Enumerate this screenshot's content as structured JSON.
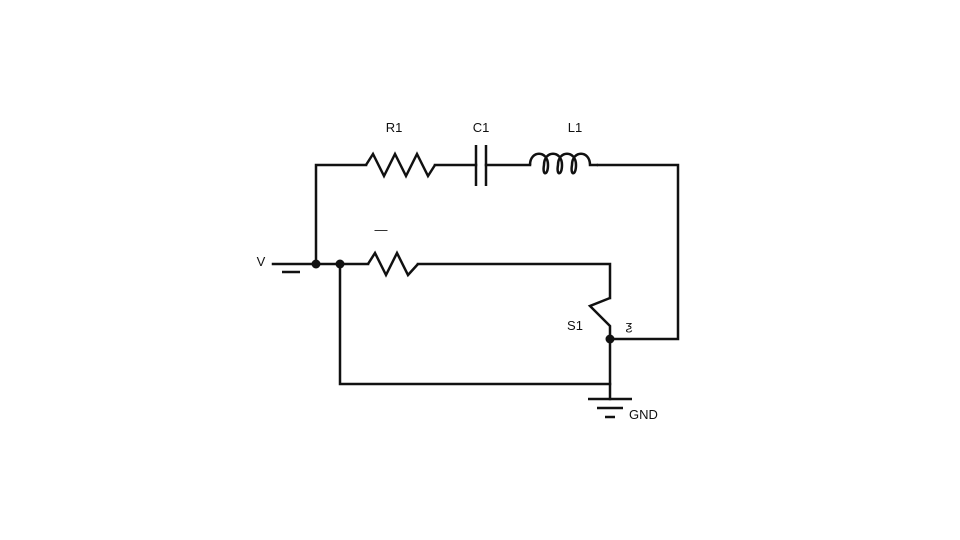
{
  "diagram": {
    "components": {
      "r1": {
        "label": "R1"
      },
      "c1": {
        "label": "C1"
      },
      "l1": {
        "label": "L1"
      },
      "r2": {
        "label": "—"
      },
      "s1": {
        "label": "S1"
      },
      "source": {
        "label": "V"
      },
      "ground": {
        "label": "GND"
      }
    },
    "annotations": {
      "switch_mark": "ƺ"
    }
  }
}
